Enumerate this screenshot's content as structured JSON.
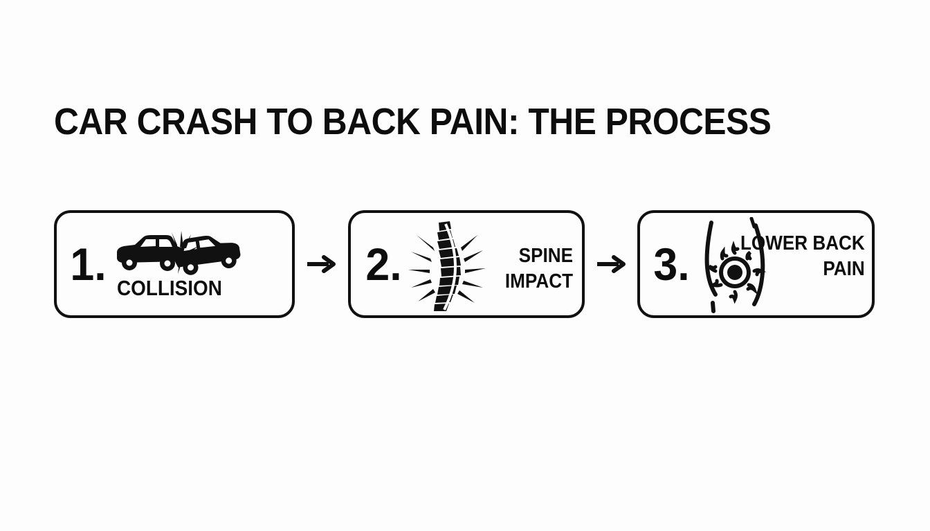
{
  "page": {
    "background_color": "#fdfdfd",
    "ink_color": "#111111"
  },
  "title": "CAR CRASH TO BACK PAIN: THE PROCESS",
  "flow": {
    "arrow_glyph": "→",
    "arrow_name": "arrow-right-icon",
    "steps": [
      {
        "number": "1.",
        "label": "COLLISION",
        "icon": "car-crash-icon"
      },
      {
        "number": "2.",
        "label_line1": "SPINE",
        "label_line2": "IMPACT",
        "icon": "spine-impact-icon"
      },
      {
        "number": "3.",
        "label_line1": "LOWER BACK",
        "label_line2": "PAIN",
        "icon": "lower-back-pain-icon"
      }
    ]
  }
}
